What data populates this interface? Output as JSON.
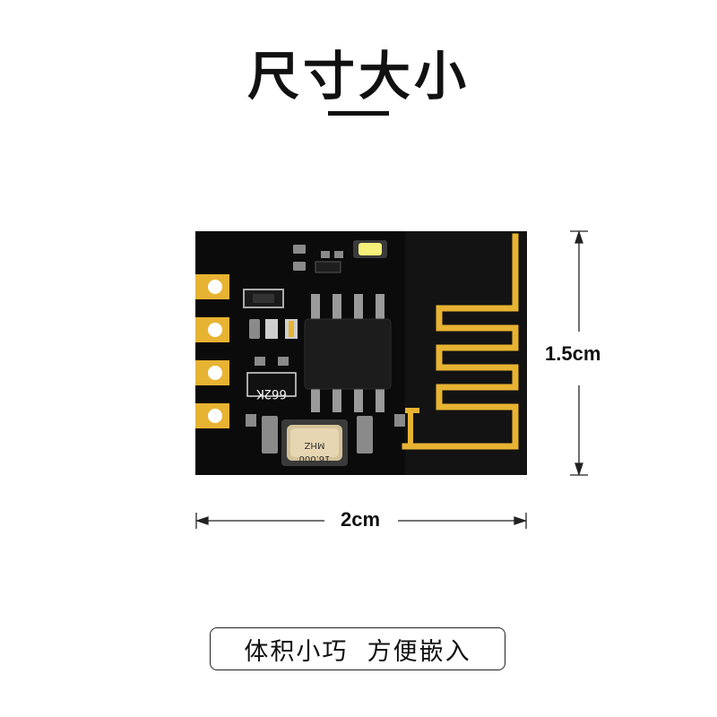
{
  "header": {
    "title": "尺寸大小"
  },
  "module": {
    "chip_marking": "662K",
    "crystal_marking_line1": "MHZ",
    "crystal_marking_line2": "16.000"
  },
  "dimensions": {
    "width_label": "2cm",
    "height_label": "1.5cm"
  },
  "footer": {
    "caption_left": "体积小巧",
    "caption_right": "方便嵌入"
  },
  "colors": {
    "pcb": "#0b0b0b",
    "gold": "#e7b332",
    "led": "#f5f07a"
  }
}
